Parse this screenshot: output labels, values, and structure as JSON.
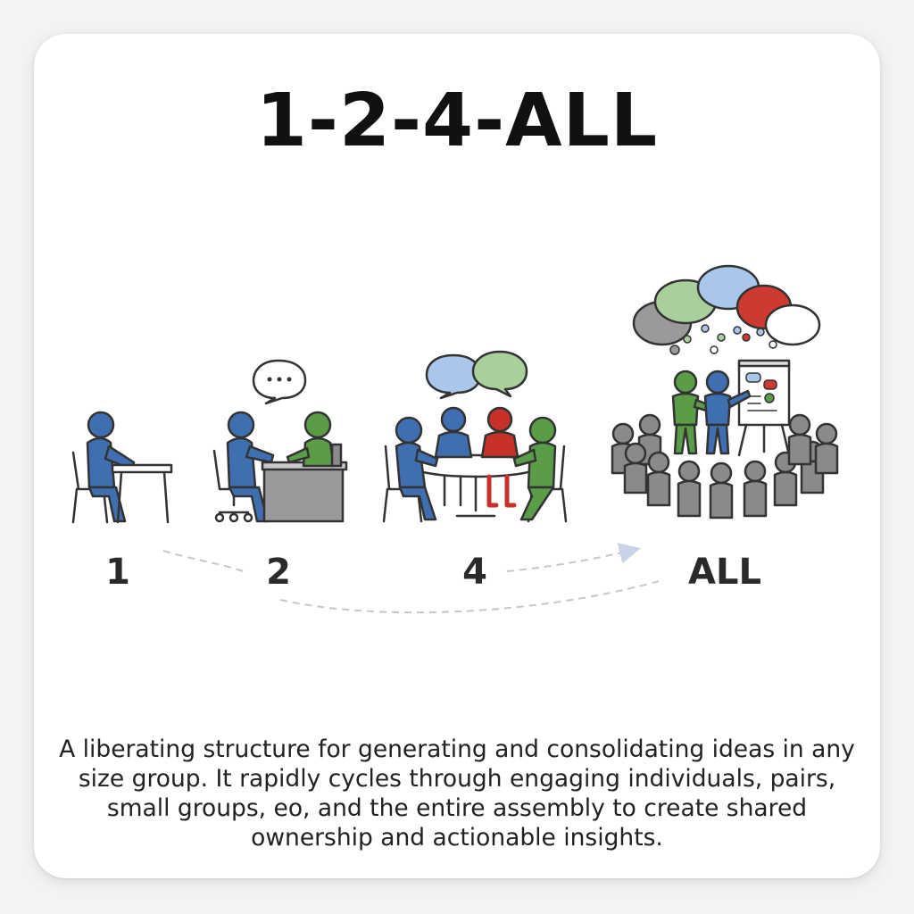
{
  "title": "1-2-4-ALL",
  "steps": [
    {
      "label": "1",
      "icon": "person-alone-icon"
    },
    {
      "label": "2",
      "icon": "pair-conversation-icon"
    },
    {
      "label": "4",
      "icon": "small-group-icon"
    },
    {
      "label": "ALL",
      "icon": "whole-group-presentation-icon"
    }
  ],
  "description": "A liberating structure for generating and consolidating ideas in any size group. It rapidly cycles through engaging individuals, pairs, small groups, eo, and the entire assembly to create shared ownership and actionable insights.",
  "colors": {
    "blue": "#3f6fb0",
    "green": "#5a9c48",
    "red": "#c8312a",
    "grey": "#8a8a8a",
    "bubble_blue": "#a9c7ea",
    "bubble_green": "#a9cf9a",
    "bubble_red": "#cf3a30",
    "bubble_grey": "#9a9a9a"
  }
}
